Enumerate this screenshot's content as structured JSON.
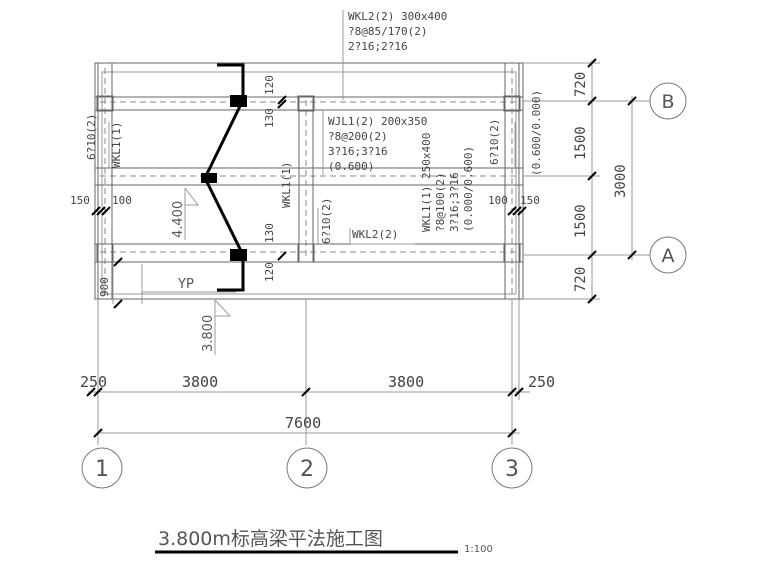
{
  "drawing_title": "3.800m标高梁平法施工图",
  "scale": "1:100",
  "axes": {
    "vertical": [
      "1",
      "2",
      "3"
    ],
    "horizontal": [
      "B",
      "A"
    ]
  },
  "dimensions": {
    "bottom_row": [
      "250",
      "3800",
      "3800",
      "250"
    ],
    "bottom_total": "7600",
    "right_col": [
      "720",
      "1500",
      "1500",
      "720"
    ],
    "right_total": "3000",
    "small_120_top": "120",
    "small_130_top": "130",
    "small_130_bottom": "130",
    "small_120_bottom": "120",
    "left_150": "150",
    "left_100": "100",
    "right_100": "100",
    "right_150": "150",
    "dim_900": "900"
  },
  "labels": {
    "wkl2_top": [
      "WKL2(2) 300x400",
      "?8@85/170(2)",
      "2?16;2?16"
    ],
    "wjl1": [
      "WJL1(2) 200x350",
      "?8@200(2)",
      "3?16;3?16",
      "(0.600)"
    ],
    "wkl1_mid": [
      "WKL1(1) 250x400",
      "?8@100(2)",
      "3?16;3?16",
      "(0.000/0.600)"
    ],
    "left_rebar": "6?10(2)",
    "left_beam": "WKL1(1)",
    "center_beam": "WKL1(1)",
    "center_rebar": "6?10(2)",
    "right_rebar": "6?10(2)",
    "right_elev": "(0.600/0.000)",
    "wkl2_bottom": "WKL2(2)",
    "elev_4400": "4.400",
    "elev_3800": "3.800",
    "yp": "YP"
  }
}
